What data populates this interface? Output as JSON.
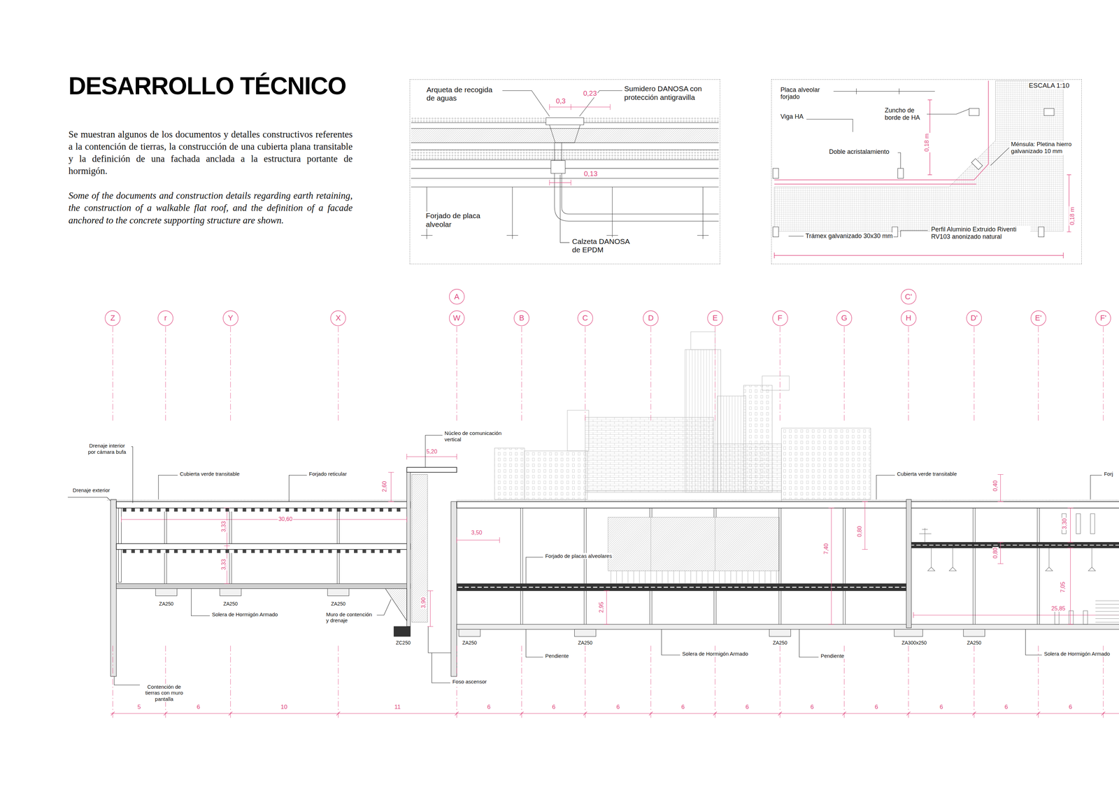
{
  "diagram": {
    "title": "DESARROLLO TÉCNICO",
    "nodes": [
      {
        "text": [
          "Arqueta de recogida de aguas",
          "0,3",
          "0,23",
          "Sumidero DANOSA con protección antigravilla",
          "0,13",
          "Forjado de placa alveolar",
          "Calzeta DANOSA de EPDM"
        ]
      },
      {
        "text": [
          "Placa alveolar forjado",
          "ESCALA 1:10",
          "Viga HA",
          "Zuncho de borde de HA",
          "0,18 m",
          "Ménsula: Pletina hierro galvanizado 10 mm",
          "Doble acristalamiento",
          "0,18 m",
          "Trámex galvanizado 30x30 mm",
          "Perfil Aluminio Extruido Riventi RV103 anonizado natural"
        ]
      },
      {
        "text": [
          "A"
        ]
      },
      {
        "text": [
          "C'"
        ]
      },
      {
        "text": [
          "Z"
        ]
      },
      {
        "text": [
          "r"
        ]
      },
      {
        "text": [
          "Y"
        ]
      },
      {
        "text": [
          "X"
        ]
      },
      {
        "text": [
          "W"
        ]
      },
      {
        "text": [
          "B"
        ]
      },
      {
        "text": [
          "C"
        ]
      },
      {
        "text": [
          "D"
        ]
      },
      {
        "text": [
          "E"
        ]
      },
      {
        "text": [
          "F"
        ]
      },
      {
        "text": [
          "G"
        ]
      },
      {
        "text": [
          "H"
        ]
      },
      {
        "text": [
          "D'"
        ]
      },
      {
        "text": [
          "E'"
        ]
      },
      {
        "text": [
          "F'"
        ]
      }
    ],
    "labels": [
      "Se muestran algunos de los documentos y detalles constructivos referentes a la contención de tierras, la construcción de una cubierta plana transitable y la definición de una fachada anclada a la estructura portante de hormigón.",
      "Some of the documents and construction details regarding earth retaining, the construction of a walkable flat roof, and the definition of a facade anchored to the concrete supporting structure are shown.",
      "Drenaje interior por cámara bufa",
      "Drenaje exterior",
      "Cubierta verde transitable",
      "Forjado reticular",
      "Núcleo de comunicación vertical",
      "5,20",
      "2,60",
      "30,60",
      "3,33",
      "3,33",
      "3,50",
      "Forjado de placas alveolares",
      "Cubierta verde transitable",
      "Forj",
      "0,40",
      "0,80",
      "7,40",
      "3,30",
      "0,80",
      "7,05",
      "25,85",
      "2,95",
      "3,90",
      "ZA250",
      "ZA250",
      "ZA250",
      "Solera de Hormigón Armado",
      "Muro de contención y drenaje",
      "ZC250",
      "ZA250",
      "ZA250",
      "ZA250",
      "ZA300x250",
      "ZA250",
      "Pendiente",
      "Solera de Hormigón Armado",
      "Pendiente",
      "Solera de Hormigón Armado",
      "Foso ascensor",
      "Contención de tierras con muro pantalla",
      "5",
      "6",
      "10",
      "11",
      "6",
      "6",
      "6",
      "6",
      "6",
      "6",
      "6",
      "6",
      "6",
      "6"
    ]
  }
}
